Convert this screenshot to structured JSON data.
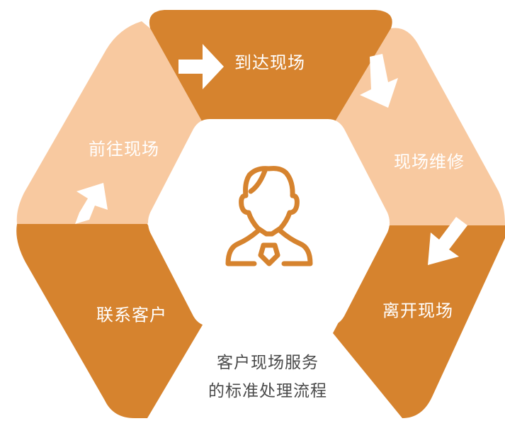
{
  "steps": {
    "arrive": "到达现场",
    "repair": "现场维修",
    "leave": "离开现场",
    "contact": "联系客户",
    "goto": "前往现场"
  },
  "center_icon": "person-with-tie-icon",
  "caption": {
    "line1": "客户现场服务",
    "line2": "的标准处理流程"
  },
  "colors": {
    "dark": "#d6832e",
    "light": "#f8c9a0",
    "icon": "#d6832e",
    "caption": "#4a4a4a",
    "background": "#ffffff"
  }
}
